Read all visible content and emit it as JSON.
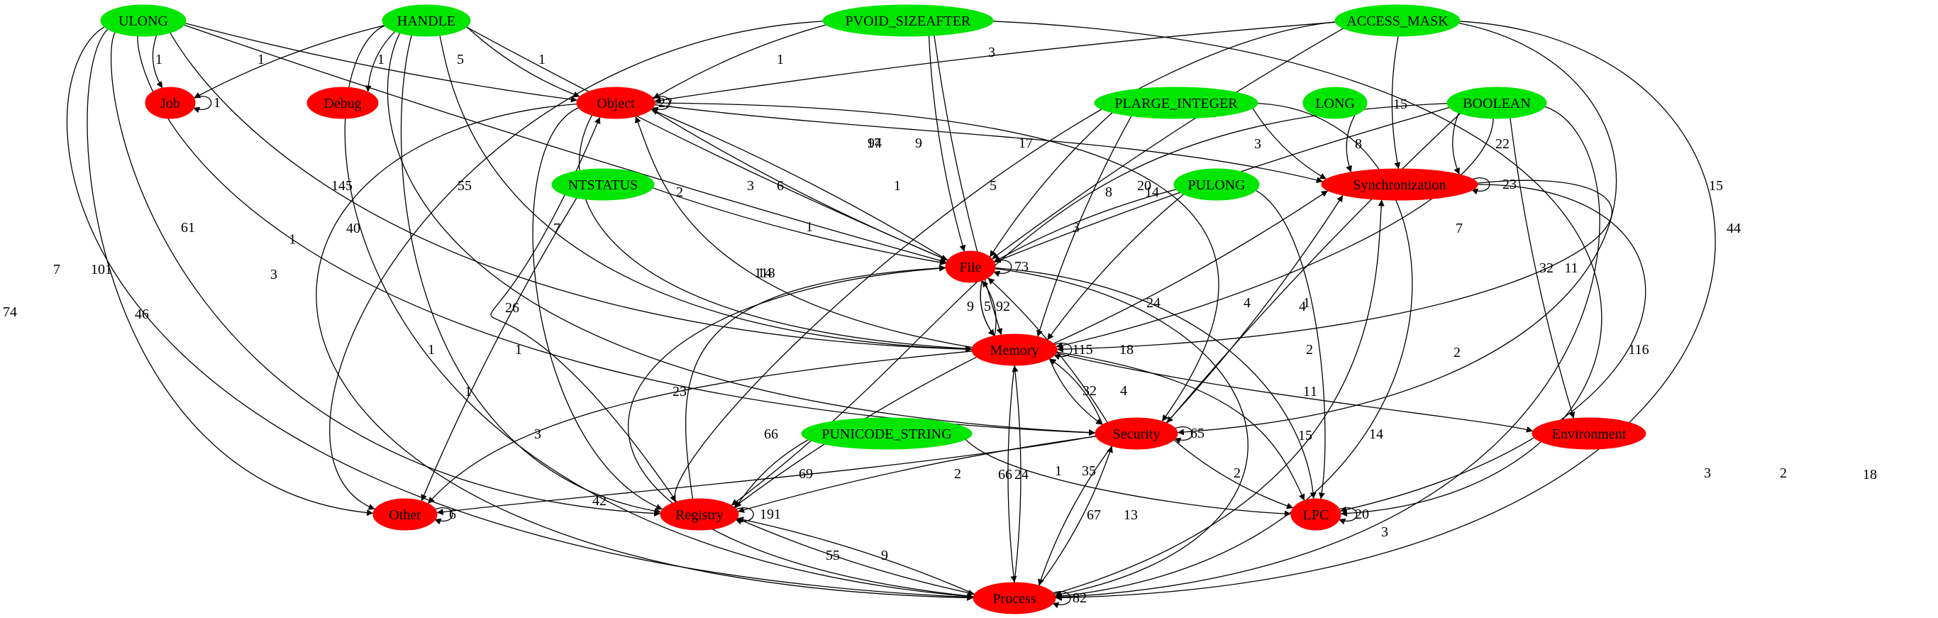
{
  "colors": {
    "type_node": "#00e600",
    "category_node": "#ff0000",
    "edge": "#000000"
  },
  "nodes": {
    "ULONG": "ULONG",
    "HANDLE": "HANDLE",
    "PVOID_SIZEAFTER": "PVOID_SIZEAFTER",
    "ACCESS_MASK": "ACCESS_MASK",
    "PLARGE_INTEGER": "PLARGE_INTEGER",
    "LONG": "LONG",
    "BOOLEAN": "BOOLEAN",
    "NTSTATUS": "NTSTATUS",
    "PULONG": "PULONG",
    "PUNICODE_STRING": "PUNICODE_STRING",
    "Job": "Job",
    "Debug": "Debug",
    "Object": "Object",
    "Synchronization": "Synchronization",
    "File": "File",
    "Memory": "Memory",
    "Security": "Security",
    "Environment": "Environment",
    "Other": "Other",
    "Registry": "Registry",
    "LPC": "LPC",
    "Process": "Process"
  },
  "edges": [
    {
      "id": "ulong-job",
      "from": "ULONG",
      "to": "Job",
      "label": "1"
    },
    {
      "id": "job-job",
      "from": "Job",
      "to": "Job",
      "label": "1"
    },
    {
      "id": "handle-job",
      "from": "HANDLE",
      "to": "Job",
      "label": "1"
    },
    {
      "id": "handle-debug",
      "from": "HANDLE",
      "to": "Debug",
      "label": "1"
    },
    {
      "id": "ulong-object",
      "from": "ULONG",
      "to": "Object",
      "label": "5"
    },
    {
      "id": "handle-object",
      "from": "HANDLE",
      "to": "Object",
      "label": "1"
    },
    {
      "id": "pvoid-object",
      "from": "PVOID_SIZEAFTER",
      "to": "Object",
      "label": "1"
    },
    {
      "id": "access-object",
      "from": "ACCESS_MASK",
      "to": "Object",
      "label": "3"
    },
    {
      "id": "object-object",
      "from": "Object",
      "to": "Object",
      "label": "22"
    },
    {
      "id": "handle-file",
      "from": "HANDLE",
      "to": "File",
      "label": "94"
    },
    {
      "id": "ulong-file",
      "from": "ULONG",
      "to": "File",
      "label": "17"
    },
    {
      "id": "pvoid-file",
      "from": "PVOID_SIZEAFTER",
      "to": "File",
      "label": "9"
    },
    {
      "id": "access-file",
      "from": "ACCESS_MASK",
      "to": "File",
      "label": "17"
    },
    {
      "id": "access-registry",
      "from": "ACCESS_MASK",
      "to": "Registry",
      "label": "14"
    },
    {
      "id": "access-sync",
      "from": "ACCESS_MASK",
      "to": "Synchronization",
      "label": "15"
    },
    {
      "id": "access-security",
      "from": "ACCESS_MASK",
      "to": "Security",
      "label": "44"
    },
    {
      "id": "access-process",
      "from": "ACCESS_MASK",
      "to": "Process",
      "label": "18"
    },
    {
      "id": "pvoid-lpc",
      "from": "PVOID_SIZEAFTER",
      "to": "LPC",
      "label": "2"
    },
    {
      "id": "pvoid-memory",
      "from": "PVOID_SIZEAFTER",
      "to": "Memory",
      "label": "1"
    },
    {
      "id": "pvoid-other",
      "from": "PVOID_SIZEAFTER",
      "to": "Other",
      "label": "3"
    },
    {
      "id": "handle-memory",
      "from": "HANDLE",
      "to": "Memory",
      "label": "55"
    },
    {
      "id": "handle-security",
      "from": "HANDLE",
      "to": "Security",
      "label": "40"
    },
    {
      "id": "handle-process",
      "from": "HANDLE",
      "to": "Process",
      "label": "46"
    },
    {
      "id": "ulong-memory",
      "from": "ULONG",
      "to": "Memory",
      "label": "145"
    },
    {
      "id": "ulong-process",
      "from": "ULONG",
      "to": "Process",
      "label": "74"
    },
    {
      "id": "ulong-other",
      "from": "ULONG",
      "to": "Other",
      "label": "7"
    },
    {
      "id": "ulong-registry",
      "from": "ULONG",
      "to": "Registry",
      "label": "101"
    },
    {
      "id": "ulong-security",
      "from": "ULONG",
      "to": "Security",
      "label": "1"
    },
    {
      "id": "object-process",
      "from": "Object",
      "to": "Process",
      "label": "61"
    },
    {
      "id": "object-file",
      "from": "Object",
      "to": "File",
      "label": "3"
    },
    {
      "id": "file-object",
      "from": "File",
      "to": "Object",
      "label": "6"
    },
    {
      "id": "object-memory",
      "from": "Object",
      "to": "Memory",
      "label": "7"
    },
    {
      "id": "memory-object",
      "from": "Memory",
      "to": "Object",
      "label": "2"
    },
    {
      "id": "object-registry",
      "from": "Object",
      "to": "Registry",
      "label": "26"
    },
    {
      "id": "registry-object",
      "from": "Registry",
      "to": "Object",
      "label": "1"
    },
    {
      "id": "object-sync",
      "from": "Object",
      "to": "Synchronization",
      "label": "20"
    },
    {
      "id": "object-security",
      "from": "Object",
      "to": "Security",
      "label": "1"
    },
    {
      "id": "plarge-file",
      "from": "PLARGE_INTEGER",
      "to": "File",
      "label": "5"
    },
    {
      "id": "plarge-memory",
      "from": "PLARGE_INTEGER",
      "to": "Memory",
      "label": "14"
    },
    {
      "id": "plarge-sync",
      "from": "PLARGE_INTEGER",
      "to": "Synchronization",
      "label": "3"
    },
    {
      "id": "plarge-process",
      "from": "PLARGE_INTEGER",
      "to": "Process",
      "label": "2"
    },
    {
      "id": "long-sync",
      "from": "LONG",
      "to": "Synchronization",
      "label": "8"
    },
    {
      "id": "boolean-sync",
      "from": "BOOLEAN",
      "to": "Synchronization",
      "label": "22"
    },
    {
      "id": "boolean-file",
      "from": "BOOLEAN",
      "to": "File",
      "label": "8"
    },
    {
      "id": "boolean-memory",
      "from": "BOOLEAN",
      "to": "Memory",
      "label": "7"
    },
    {
      "id": "boolean-security",
      "from": "BOOLEAN",
      "to": "Security",
      "label": "32"
    },
    {
      "id": "boolean-environment",
      "from": "BOOLEAN",
      "to": "Environment",
      "label": "11"
    },
    {
      "id": "boolean-process",
      "from": "BOOLEAN",
      "to": "Process",
      "label": "116"
    },
    {
      "id": "boolean-registry",
      "from": "BOOLEAN",
      "to": "Registry",
      "label": "118"
    },
    {
      "id": "sync-sync",
      "from": "Synchronization",
      "to": "Synchronization",
      "label": "23"
    },
    {
      "id": "sync-memory",
      "from": "Synchronization",
      "to": "Memory",
      "label": "15"
    },
    {
      "id": "sync-lpc",
      "from": "Synchronization",
      "to": "LPC",
      "label": "3"
    },
    {
      "id": "ntstatus-file",
      "from": "NTSTATUS",
      "to": "File",
      "label": "1"
    },
    {
      "id": "ntstatus-other",
      "from": "NTSTATUS",
      "to": "Other",
      "label": "1"
    },
    {
      "id": "pulong-file",
      "from": "PULONG",
      "to": "File",
      "label": "3"
    },
    {
      "id": "pulong-memory",
      "from": "PULONG",
      "to": "Memory",
      "label": "24"
    },
    {
      "id": "pulong-lpc",
      "from": "PULONG",
      "to": "LPC",
      "label": "2"
    },
    {
      "id": "file-file",
      "from": "File",
      "to": "File",
      "label": "73"
    },
    {
      "id": "file-memory",
      "from": "File",
      "to": "Memory",
      "label": "9"
    },
    {
      "id": "memory-file",
      "from": "Memory",
      "to": "File",
      "label": "5"
    },
    {
      "id": "file-memory-92",
      "from": "File",
      "to": "Memory",
      "label": "92"
    },
    {
      "id": "file-process",
      "from": "File",
      "to": "Process",
      "label": "14"
    },
    {
      "id": "file-lpc",
      "from": "File",
      "to": "LPC",
      "label": "1"
    },
    {
      "id": "registry-file",
      "from": "Registry",
      "to": "File",
      "label": "23"
    },
    {
      "id": "process-file",
      "from": "Process",
      "to": "File",
      "label": "42"
    },
    {
      "id": "security-file",
      "from": "Security",
      "to": "File",
      "label": "18"
    },
    {
      "id": "memory-sync",
      "from": "Memory",
      "to": "Synchronization",
      "label": "4"
    },
    {
      "id": "memory-memory",
      "from": "Memory",
      "to": "Memory",
      "label": "115"
    },
    {
      "id": "memory-security",
      "from": "Memory",
      "to": "Security",
      "label": "4"
    },
    {
      "id": "security-memory",
      "from": "Security",
      "to": "Memory",
      "label": "32"
    },
    {
      "id": "memory-environment",
      "from": "Memory",
      "to": "Environment",
      "label": "1"
    },
    {
      "id": "memory-lpc",
      "from": "Memory",
      "to": "LPC",
      "label": "15"
    },
    {
      "id": "memory-registry",
      "from": "Memory",
      "to": "Registry",
      "label": "66"
    },
    {
      "id": "memory-other",
      "from": "Memory",
      "to": "Other",
      "label": "3"
    },
    {
      "id": "memory-process",
      "from": "Memory",
      "to": "Process",
      "label": "66"
    },
    {
      "id": "process-memory",
      "from": "Process",
      "to": "Memory",
      "label": "24"
    },
    {
      "id": "security-sync",
      "from": "Security",
      "to": "Synchronization",
      "label": "4"
    },
    {
      "id": "security-security",
      "from": "Security",
      "to": "Security",
      "label": "65"
    },
    {
      "id": "security-other",
      "from": "Security",
      "to": "Other",
      "label": "1"
    },
    {
      "id": "security-registry",
      "from": "Security",
      "to": "Registry",
      "label": "35"
    },
    {
      "id": "security-process",
      "from": "Security",
      "to": "Process",
      "label": "67"
    },
    {
      "id": "process-security",
      "from": "Process",
      "to": "Security",
      "label": "13"
    },
    {
      "id": "security-lpc",
      "from": "Security",
      "to": "LPC",
      "label": "2"
    },
    {
      "id": "punicode-registry",
      "from": "PUNICODE_STRING",
      "to": "Registry",
      "label": "69"
    },
    {
      "id": "punicode-lpc",
      "from": "PUNICODE_STRING",
      "to": "LPC",
      "label": "2"
    },
    {
      "id": "other-other",
      "from": "Other",
      "to": "Other",
      "label": "6"
    },
    {
      "id": "registry-registry",
      "from": "Registry",
      "to": "Registry",
      "label": "191"
    },
    {
      "id": "registry-process",
      "from": "Registry",
      "to": "Process",
      "label": "9"
    },
    {
      "id": "process-registry",
      "from": "Process",
      "to": "Registry",
      "label": "55"
    },
    {
      "id": "lpc-lpc",
      "from": "LPC",
      "to": "LPC",
      "label": "20"
    },
    {
      "id": "process-process",
      "from": "Process",
      "to": "Process",
      "label": "82"
    },
    {
      "id": "process-sync",
      "from": "Process",
      "to": "Synchronization",
      "label": "3"
    },
    {
      "id": "handle-registry",
      "from": "HANDLE",
      "to": "Registry",
      "label": "1"
    }
  ]
}
